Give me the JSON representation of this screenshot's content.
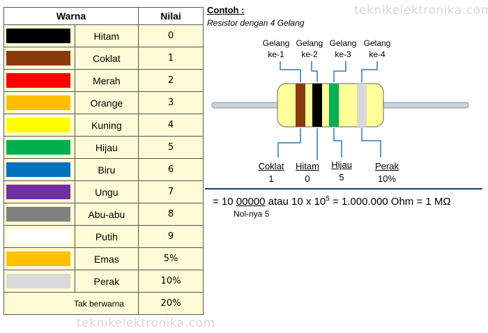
{
  "watermark": "teknikelektronika.com",
  "table": {
    "header_color": "Warna",
    "header_value": "Nilai",
    "rows": [
      {
        "name": "Hitam",
        "value": "0",
        "color": "#000000"
      },
      {
        "name": "Coklat",
        "value": "1",
        "color": "#8b3a0f"
      },
      {
        "name": "Merah",
        "value": "2",
        "color": "#ff0000"
      },
      {
        "name": "Orange",
        "value": "3",
        "color": "#ffc000"
      },
      {
        "name": "Kuning",
        "value": "4",
        "color": "#ffff00"
      },
      {
        "name": "Hijau",
        "value": "5",
        "color": "#00b050"
      },
      {
        "name": "Biru",
        "value": "6",
        "color": "#0070c0"
      },
      {
        "name": "Ungu",
        "value": "7",
        "color": "#7030a0"
      },
      {
        "name": "Abu-abu",
        "value": "8",
        "color": "#808080"
      },
      {
        "name": "Putih",
        "value": "9",
        "color": "#ffffff"
      },
      {
        "name": "Emas",
        "value": "5%",
        "color": "#ffc000"
      },
      {
        "name": "Perak",
        "value": "10%",
        "color": "#d9d9d9"
      },
      {
        "name": "Tak berwarna",
        "value": "20%",
        "color": ""
      }
    ]
  },
  "example": {
    "title": "Contoh :",
    "subtitle": "Resistor dengan 4 Gelang",
    "band_labels": [
      {
        "line1": "Gelang",
        "line2": "ke-1"
      },
      {
        "line1": "Gelang",
        "line2": "ke-2"
      },
      {
        "line1": "Gelang",
        "line2": "ke-3"
      },
      {
        "line1": "Gelang",
        "line2": "ke-4"
      }
    ],
    "band_colors": [
      "#8b3a0f",
      "#000000",
      "#00b050",
      "#d9d9d9"
    ],
    "resistor_body_color": "#ffff99",
    "results": [
      {
        "name": "Coklat",
        "value": "1"
      },
      {
        "name": "Hitam",
        "value": "0"
      },
      {
        "name": "Hijau",
        "value": "5"
      },
      {
        "name": "Perak",
        "value": "10%"
      }
    ],
    "equation": {
      "prefix": "= 10 ",
      "zeros": "00000",
      "mid": " atau 10 x 10",
      "exp": "5",
      "suffix": " = 1.000.000 Ohm = 1 MΩ"
    },
    "zeros_note": "Nol-nya 5"
  }
}
